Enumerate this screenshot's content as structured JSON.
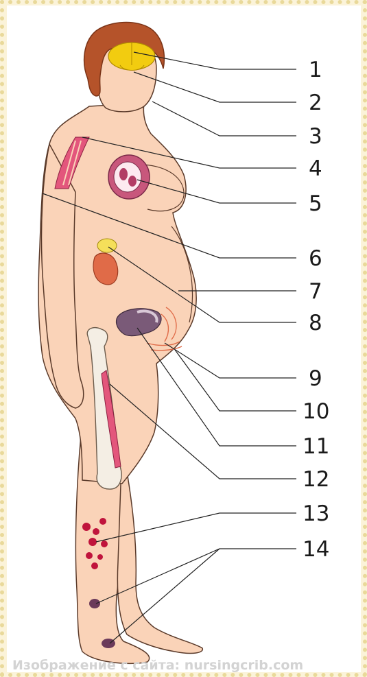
{
  "labels": [
    "1",
    "2",
    "3",
    "4",
    "5",
    "6",
    "7",
    "8",
    "9",
    "10",
    "11",
    "12",
    "13",
    "14"
  ],
  "watermark": "Изображение с сайта: nursingcrib.com",
  "colors": {
    "skin": "#fad3b8",
    "outline": "#5a3a2a",
    "hair": "#b5532a",
    "brain": "#f2cc10",
    "heart": "#c8577c",
    "kidney": "#e06b48",
    "adrenal": "#f5df5a",
    "bladder": "#7a5a78",
    "muscle": "#e3567c",
    "lesion": "#c0143c",
    "bone": "#f4eee4",
    "frame": "#fbf3d9"
  }
}
